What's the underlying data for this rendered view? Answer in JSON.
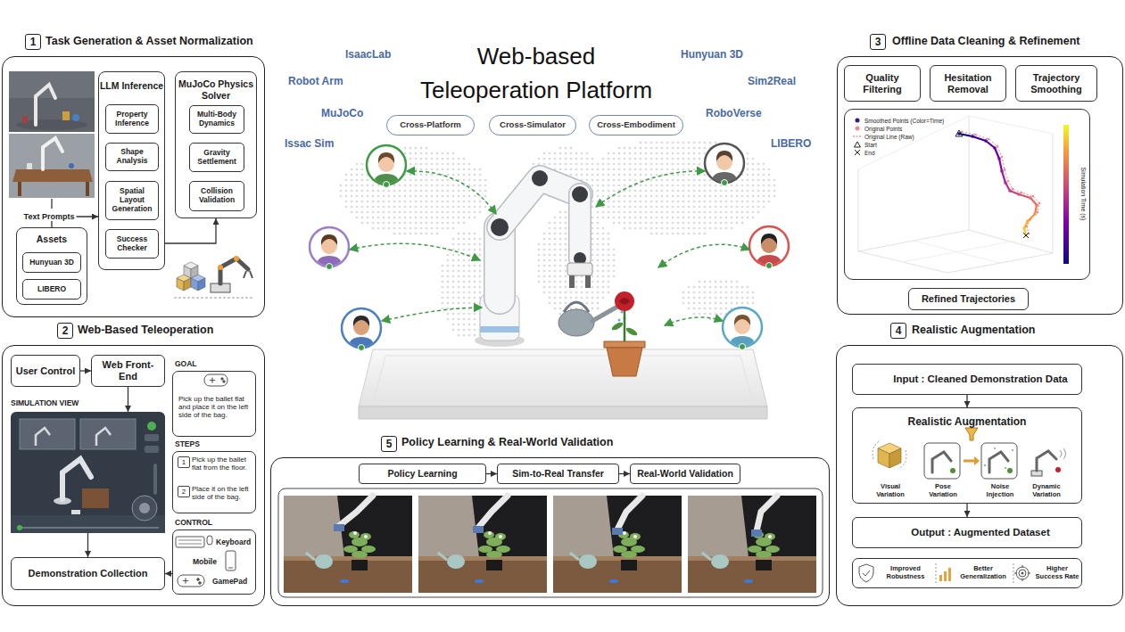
{
  "diagram": {
    "title": "Web-based Teleoperation Platform",
    "nodes": [
      {
        "text": [
          "1"
        ]
      },
      {
        "text": [
          "Task Generation & Asset Normalization"
        ]
      },
      {
        "text": [
          "LLM Inference"
        ],
        "in": 1
      },
      {
        "text": [
          "Property Inference"
        ],
        "in": 2
      },
      {
        "text": [
          "Shape Analysis"
        ],
        "in": 2
      },
      {
        "text": [
          "Spatial Layout Generation"
        ],
        "in": 2
      },
      {
        "text": [
          "Success Checker"
        ],
        "in": 2
      },
      {
        "text": [
          "MuJoCo Physics Solver"
        ],
        "in": 1
      },
      {
        "text": [
          "Multi-Body Dynamics"
        ],
        "in": 7
      },
      {
        "text": [
          "Gravity Settlement"
        ],
        "in": 7
      },
      {
        "text": [
          "Collision Validation"
        ],
        "in": 7
      },
      {
        "text": [
          "Assets"
        ],
        "in": 1
      },
      {
        "text": [
          "Hunyuan 3D"
        ],
        "in": 11
      },
      {
        "text": [
          "LIBERO"
        ],
        "in": 11
      },
      {
        "text": [
          "2"
        ]
      },
      {
        "text": [
          "Web-Based Teleoperation"
        ]
      },
      {
        "text": [
          "User Control"
        ],
        "in": 15
      },
      {
        "text": [
          "Web Front-End"
        ],
        "in": 15
      },
      {
        "text": [
          "SIMULATION VIEW"
        ],
        "in": 15
      },
      {
        "text": [
          "Demonstration Collection"
        ],
        "in": 15
      },
      {
        "text": [
          "GOAL",
          "Pick up the ballet flat and place it on the left side of the bag."
        ],
        "in": 15
      },
      {
        "text": [
          "STEPS",
          "1",
          "Pick up the ballet flat from the floor.",
          "2",
          "Place it on the left side of the bag."
        ],
        "in": 15
      },
      {
        "text": [
          "CONTROL",
          "Keyboard",
          "Mobile",
          "GamePad"
        ],
        "in": 15
      },
      {
        "text": [
          "3"
        ]
      },
      {
        "text": [
          "Offline Data Cleaning & Refinement"
        ]
      },
      {
        "text": [
          "Quality Filtering"
        ],
        "in": 24
      },
      {
        "text": [
          "Hesitation Removal"
        ],
        "in": 24
      },
      {
        "text": [
          "Trajectory Smoothing"
        ],
        "in": 24
      },
      {
        "text": [
          "Simulation Time (s)"
        ],
        "in": 24
      },
      {
        "text": [
          "Refined Trajectories"
        ],
        "in": 24
      },
      {
        "text": [
          "4"
        ]
      },
      {
        "text": [
          "Realistic Augmentation"
        ]
      },
      {
        "text": [
          "Input : Cleaned Demonstration Data"
        ],
        "in": 31
      },
      {
        "text": [
          "Realistic Augmentation",
          "Visual Variation",
          "Pose Variation",
          "Noise Injection",
          "Dynamic Variation"
        ],
        "in": 31
      },
      {
        "text": [
          "Output : Augmented Dataset"
        ],
        "in": 31
      },
      {
        "text": [
          "Improved Robustness",
          "Better Generalization",
          "Higher Success Rate"
        ],
        "in": 31
      },
      {
        "text": [
          "5"
        ]
      },
      {
        "text": [
          "Policy Learning & Real-World Validation"
        ]
      },
      {
        "text": [
          "Policy Learning"
        ],
        "in": 37
      },
      {
        "text": [
          "Sim-to-Real Transfer"
        ],
        "in": 37
      },
      {
        "text": [
          "Real-World Validation"
        ],
        "in": 37
      },
      {
        "text": [
          "Cross-Platform"
        ]
      },
      {
        "text": [
          "Cross-Simulator"
        ]
      },
      {
        "text": [
          "Cross-Embodiment"
        ]
      }
    ],
    "edges": [
      {
        "from": 11,
        "to": 2,
        "label": "Text Prompts",
        "arrow": "to"
      },
      {
        "from": 2,
        "to": 7,
        "arrow": "to"
      },
      {
        "from": 16,
        "to": 17,
        "arrow": "to"
      },
      {
        "from": 17,
        "to": 18,
        "arrow": "to"
      },
      {
        "from": 18,
        "to": 19,
        "arrow": "to"
      },
      {
        "from": 22,
        "to": 19,
        "arrow": "to"
      },
      {
        "from": 32,
        "to": 33,
        "arrow": "to"
      },
      {
        "from": 33,
        "to": 34,
        "arrow": "to"
      },
      {
        "from": 38,
        "to": 39,
        "arrow": "to"
      },
      {
        "from": 39,
        "to": 40,
        "arrow": "to"
      }
    ],
    "labels": [
      "IsaacLab",
      "Robot Arm",
      "MuJoCo",
      "Issac Sim",
      "Hunyuan 3D",
      "Sim2Real",
      "RoboVerse",
      "LIBERO"
    ],
    "legend": [
      {
        "text": "Smoothed Points (Color=Time)"
      },
      {
        "text": "Original Points"
      },
      {
        "text": "Original Line (Raw)"
      },
      {
        "text": "Start"
      },
      {
        "text": "End"
      }
    ]
  }
}
